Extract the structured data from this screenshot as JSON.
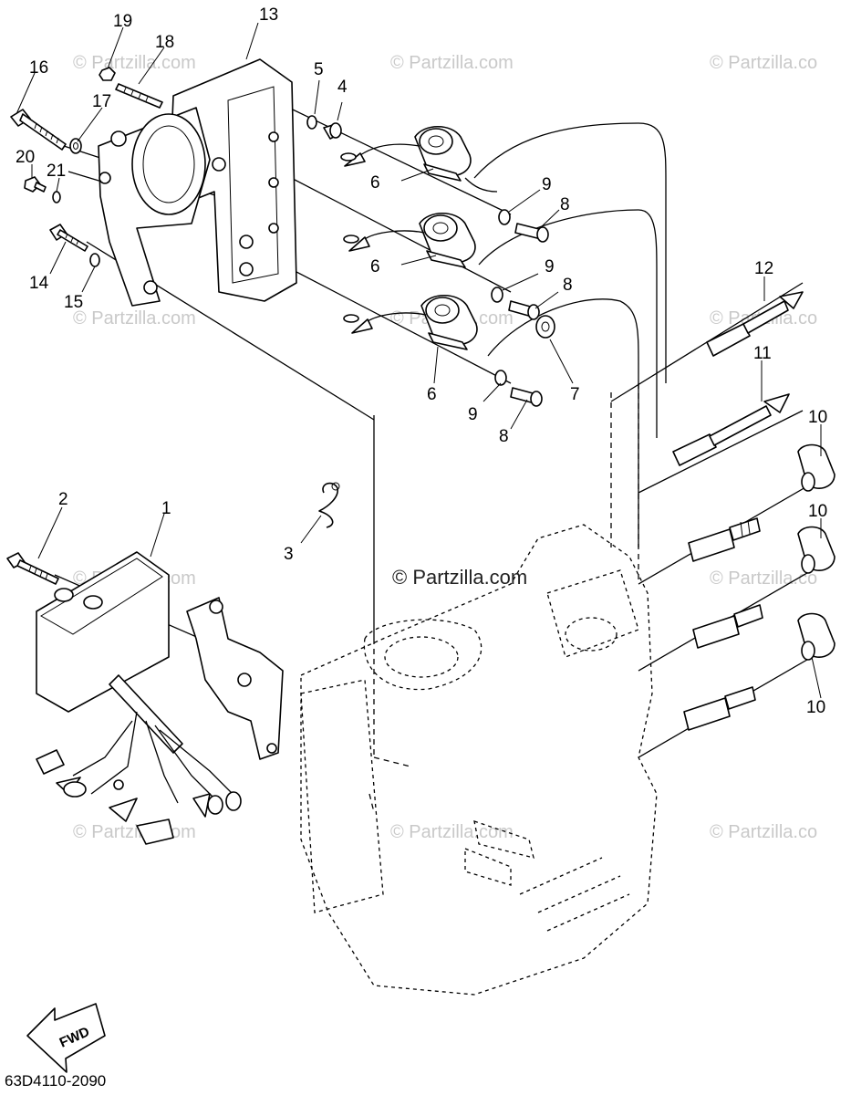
{
  "watermark": {
    "faded_text": "© Partzilla.com",
    "faded_text_clipped": "© Partzilla.co",
    "main_text": "© Partzilla.com"
  },
  "diagram_code": "63D4110-2090",
  "fwd_label": "FWD",
  "callouts": {
    "c1": "1",
    "c2": "2",
    "c3": "3",
    "c4": "4",
    "c5": "5",
    "c6a": "6",
    "c6b": "6",
    "c6c": "6",
    "c7": "7",
    "c8a": "8",
    "c8b": "8",
    "c8c": "8",
    "c9a": "9",
    "c9b": "9",
    "c9c": "9",
    "c10a": "10",
    "c10b": "10",
    "c10c": "10",
    "c11": "11",
    "c12": "12",
    "c13": "13",
    "c14": "14",
    "c15": "15",
    "c16": "16",
    "c17": "17",
    "c18": "18",
    "c19": "19",
    "c20": "20",
    "c21": "21"
  }
}
